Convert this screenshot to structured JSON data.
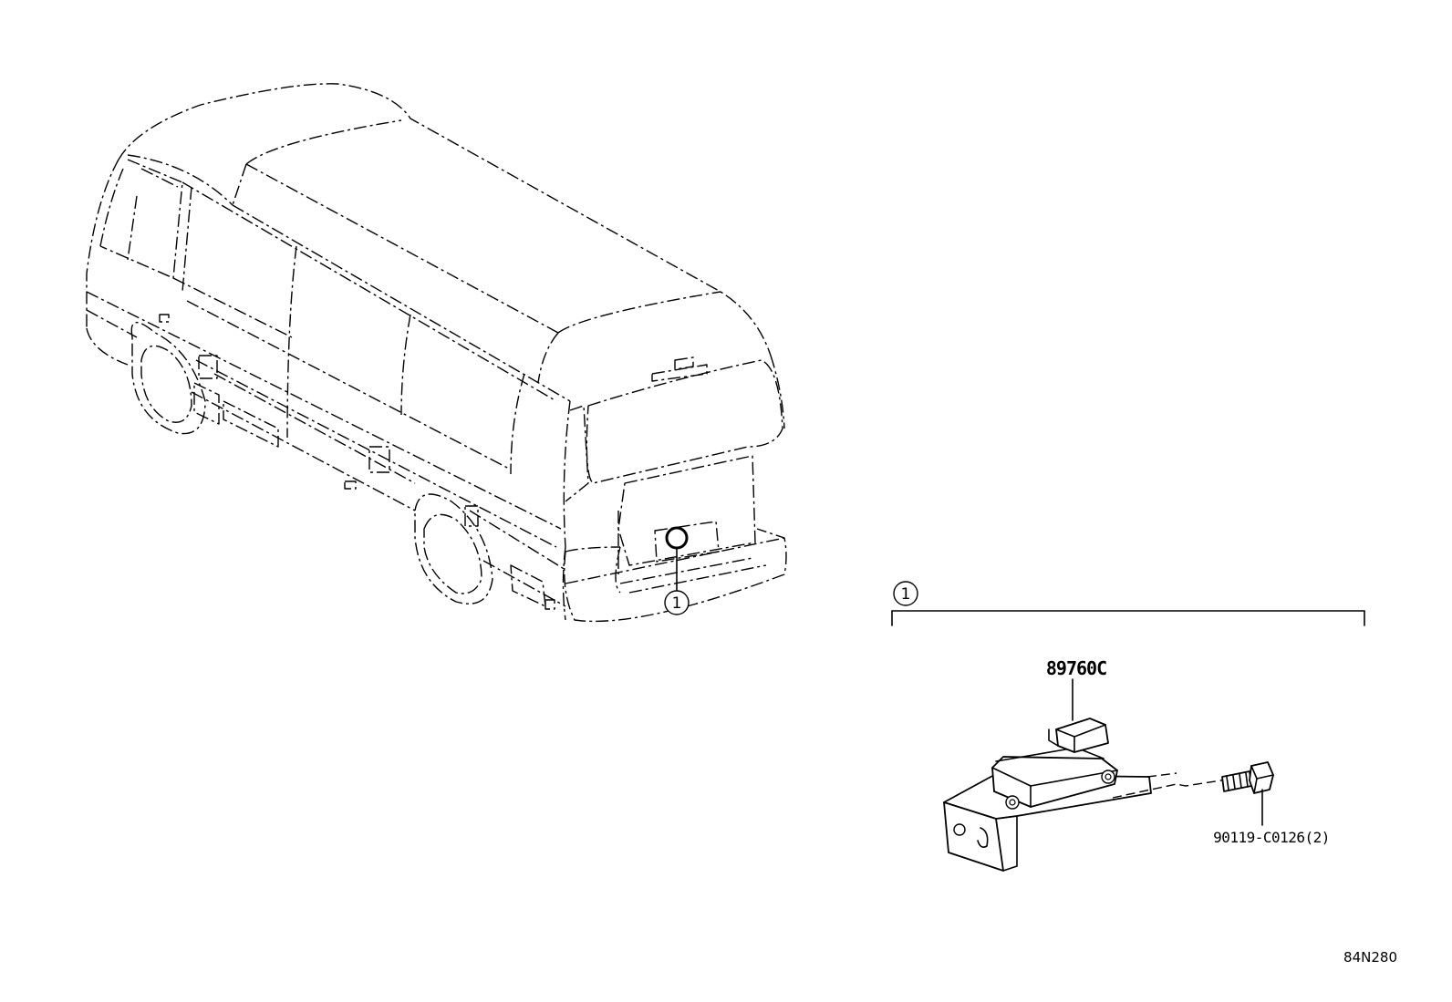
{
  "diagram": {
    "vehicle_callout": "1",
    "group_callout": "1",
    "parts": [
      {
        "part_number": "89760C"
      },
      {
        "part_number": "90119-C0126(2)"
      }
    ],
    "reference_code": "84N280"
  }
}
